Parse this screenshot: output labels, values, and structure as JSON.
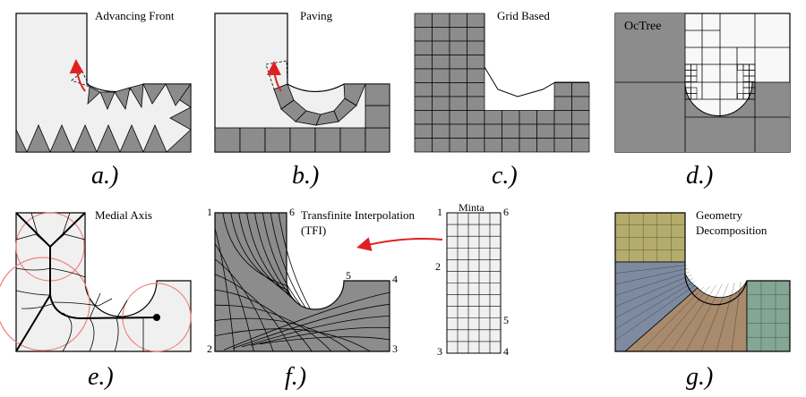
{
  "panels": [
    {
      "id": "a",
      "title": "Advancing Front",
      "caption": "a.)"
    },
    {
      "id": "b",
      "title": "Paving",
      "caption": "b.)"
    },
    {
      "id": "c",
      "title": "Grid Based",
      "caption": "c.)"
    },
    {
      "id": "d",
      "title": "OcTree",
      "caption": "d.)"
    },
    {
      "id": "e",
      "title": "Medial Axis",
      "caption": "e.)"
    },
    {
      "id": "f",
      "title_line1": "Transfinite Interpolation",
      "title_line2": "(TFI)",
      "caption": "f.)"
    },
    {
      "id": "g",
      "title_line1": "Geometry",
      "title_line2": "Decomposition",
      "caption": "g.)"
    }
  ],
  "minta": {
    "title": "Minta",
    "corner_labels": [
      "1",
      "6",
      "2",
      "5",
      "3",
      "4"
    ]
  },
  "tfi_corner_labels": [
    "1",
    "6",
    "5",
    "4",
    "2",
    "3"
  ],
  "colors": {
    "shape_fill": "#f0f0f0",
    "element_fill": "#8c8c8c",
    "arrow": "#e02020",
    "medial_circle": "#f08080",
    "decomp_yellow": "#b4ac6c",
    "decomp_blue": "#7d8aa0",
    "decomp_brown": "#a88a6c",
    "decomp_green": "#84a694"
  }
}
